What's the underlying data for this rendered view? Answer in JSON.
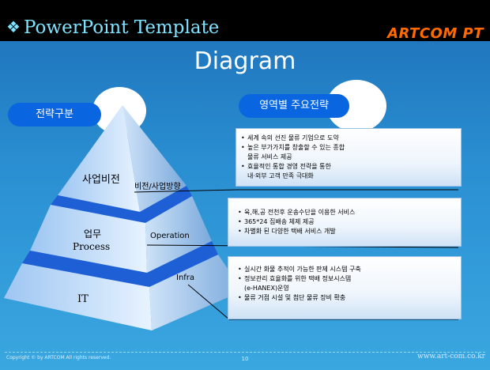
{
  "header": {
    "bullet": "❖",
    "template_title": "PowerPoint Template",
    "brand": "ARTCOM PT"
  },
  "slide": {
    "title": "Diagram",
    "left_pill": "전략구분",
    "right_pill": "영역별 주요전략",
    "levels": [
      {
        "main": "사업비전",
        "side": "비전/사업방향"
      },
      {
        "main_line1": "업무",
        "main_line2": "Process",
        "side": "Operation"
      },
      {
        "main": "IT",
        "side": "Infra"
      }
    ],
    "panels": [
      {
        "items": [
          {
            "text": "세계 속의 선진 물류 기업으로 도약",
            "cont": false
          },
          {
            "text": "높은 부가가치를 창출할 수 있는 종합",
            "cont": false
          },
          {
            "text": "물류 서비스 제공",
            "cont": true
          },
          {
            "text": "효율적인 통합 경영 전략을 통한",
            "cont": false
          },
          {
            "text": "내·외부 고객 만족 극대화",
            "cont": true
          }
        ]
      },
      {
        "items": [
          {
            "text": "육,해,공 전천후 운송수단을 이용한 서비스",
            "cont": false
          },
          {
            "text": "365*24 집배송 체제 제공",
            "cont": false
          },
          {
            "text": "차별화 된 다양한 택배 서비스 개발",
            "cont": false
          }
        ]
      },
      {
        "items": [
          {
            "text": "실시간 화물 추적이 가능한 판제 시스템 구축",
            "cont": false
          },
          {
            "text": "정보관리 효율화를 위한 택배 정보시스템",
            "cont": false
          },
          {
            "text": "(e-HANEX)운영",
            "cont": true
          },
          {
            "text": "물류 거점 시설 및 첨단 물류 장비 확충",
            "cont": false
          }
        ]
      }
    ]
  },
  "footer": {
    "copyright": "Copyright © by ARTCOM All rights reserved.",
    "page": "10",
    "url": "www.art-com.co.kr"
  },
  "colors": {
    "brand": "#ff6a00",
    "template_title": "#7fe4ff",
    "pill": "#0a66e0",
    "background": "#2a8fd2"
  }
}
